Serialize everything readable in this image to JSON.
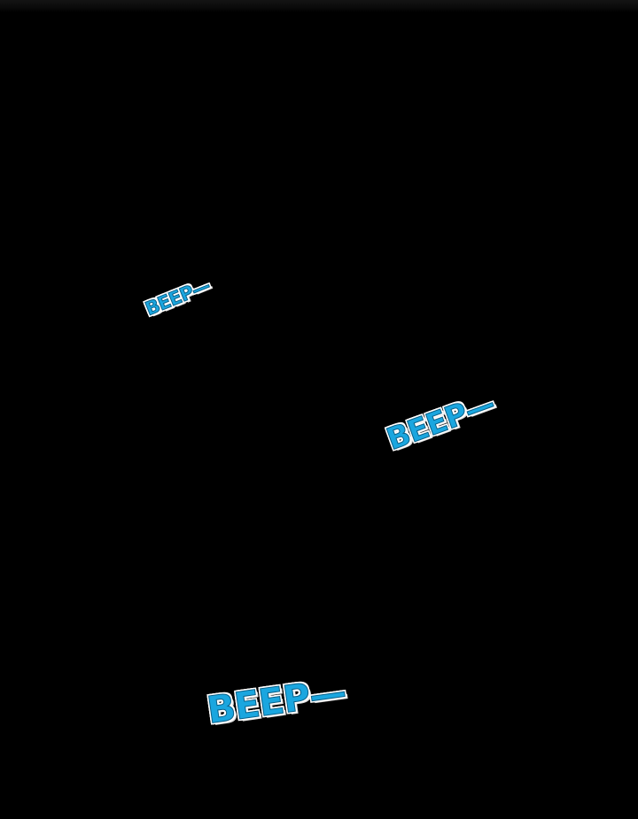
{
  "panel": {
    "background": "#000000",
    "sound_effects": [
      {
        "text": "BEEP—",
        "color": "#1aa6df"
      },
      {
        "text": "BEEP—",
        "color": "#1aa6df"
      },
      {
        "text": "BEEP—",
        "color": "#1aa6df"
      }
    ]
  }
}
